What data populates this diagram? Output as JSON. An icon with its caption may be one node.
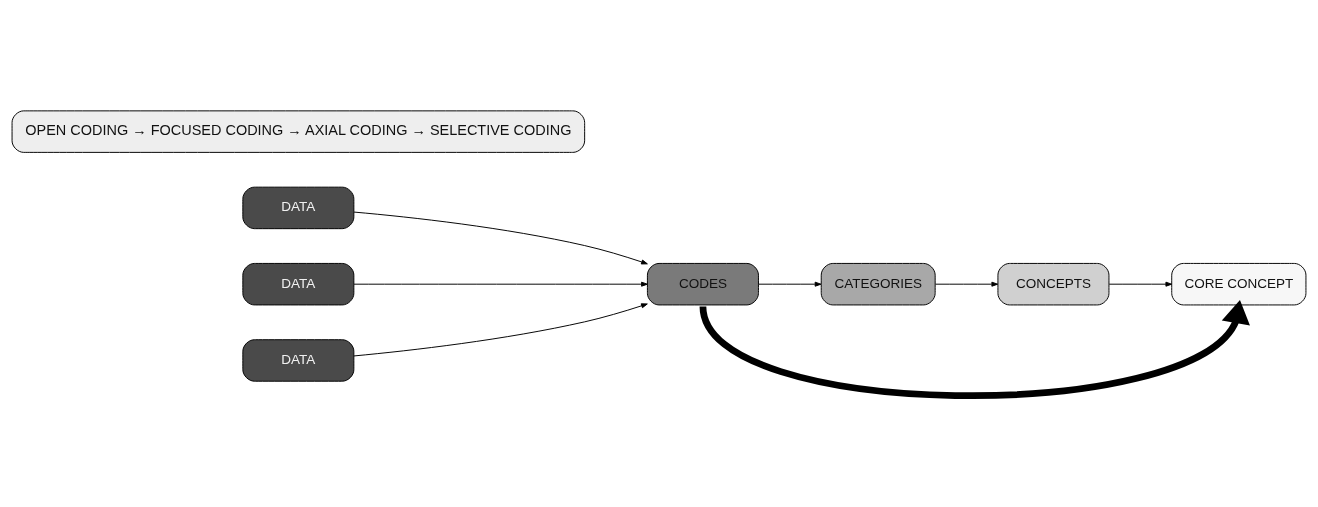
{
  "diagram": {
    "nodes": [
      {
        "text": [
          "DATA"
        ]
      },
      {
        "text": [
          "DATA"
        ]
      },
      {
        "text": [
          "DATA"
        ]
      },
      {
        "text": [
          "CODES"
        ]
      },
      {
        "text": [
          "CATEGORIES"
        ]
      },
      {
        "text": [
          "CONCEPTS"
        ]
      },
      {
        "text": [
          "CORE CONCEPT"
        ]
      },
      {
        "text": [
          "OPEN CODING → FOCUSED CODING → AXIAL CODING → SELECTIVE CODING"
        ]
      }
    ],
    "edges": [
      {
        "from": 0,
        "to": 3,
        "arrow": "to"
      },
      {
        "from": 1,
        "to": 3,
        "arrow": "to"
      },
      {
        "from": 2,
        "to": 3,
        "arrow": "to"
      },
      {
        "from": 3,
        "to": 4,
        "arrow": "to"
      },
      {
        "from": 4,
        "to": 5,
        "arrow": "to"
      },
      {
        "from": 5,
        "to": 6,
        "arrow": "to"
      },
      {
        "from": 3,
        "to": 6,
        "arrow": "to",
        "style": "thick"
      }
    ]
  }
}
